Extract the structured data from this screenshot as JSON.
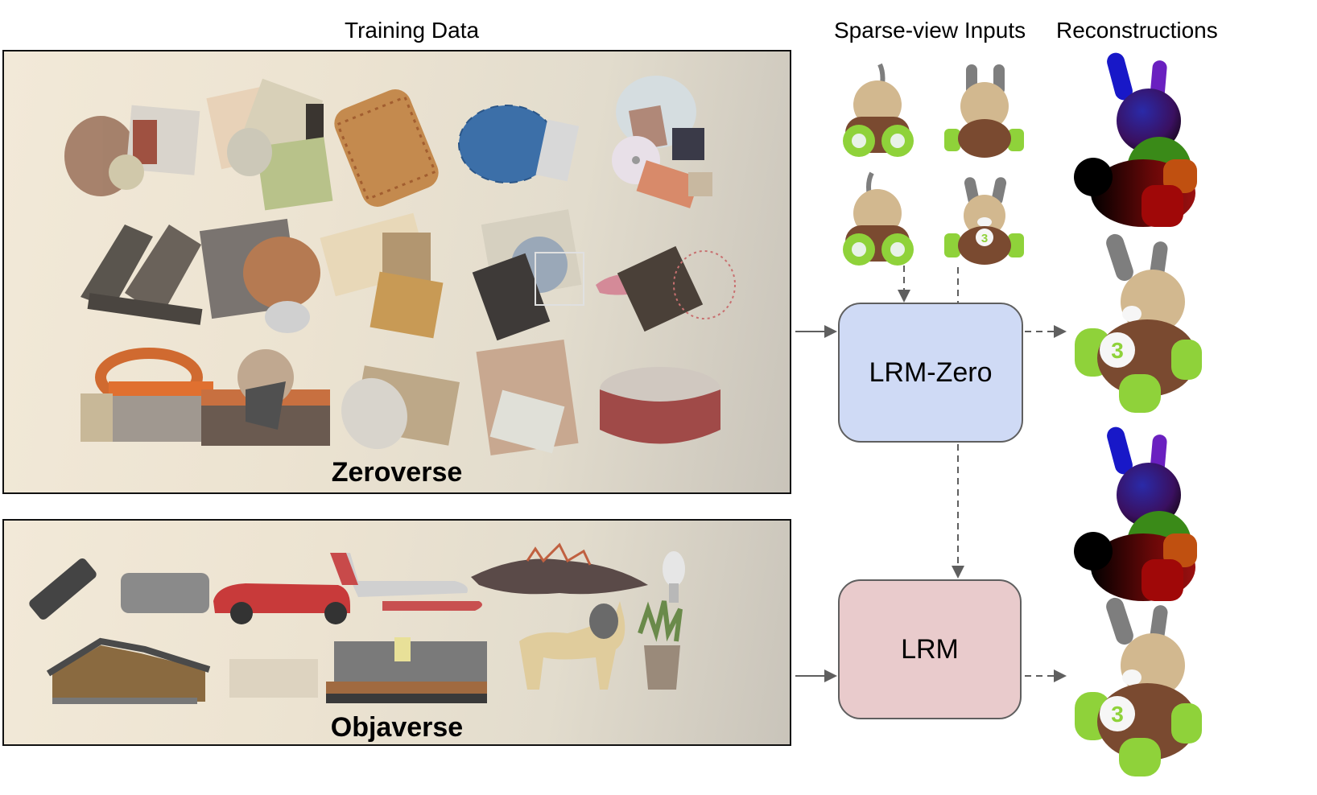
{
  "headers": {
    "training_data": "Training Data",
    "sparse_view_inputs": "Sparse-view Inputs",
    "reconstructions": "Reconstructions"
  },
  "panels": {
    "zeroverse": {
      "label": "Zeroverse"
    },
    "objaverse": {
      "label": "Objaverse"
    }
  },
  "models": {
    "lrm_zero": {
      "label": "LRM-Zero",
      "color": "#cfdaf5"
    },
    "lrm": {
      "label": "LRM",
      "color": "#e9cbcc"
    }
  },
  "sparse_inputs": {
    "views": [
      "side-left",
      "back",
      "side-right",
      "front"
    ],
    "front_number": "3"
  },
  "reconstructions": [
    {
      "model": "LRM-Zero",
      "type": "normal-map"
    },
    {
      "model": "LRM-Zero",
      "type": "rgb",
      "number": "3"
    },
    {
      "model": "LRM",
      "type": "normal-map"
    },
    {
      "model": "LRM",
      "type": "rgb",
      "number": "3"
    }
  ],
  "colors": {
    "arrow": "#5f5f5f",
    "panel_border": "#111111",
    "wheel_green": "#8fd23a",
    "toy_body": "#7a4a30",
    "toy_head": "#d2b88f",
    "toy_ear": "#7e7e7e"
  }
}
